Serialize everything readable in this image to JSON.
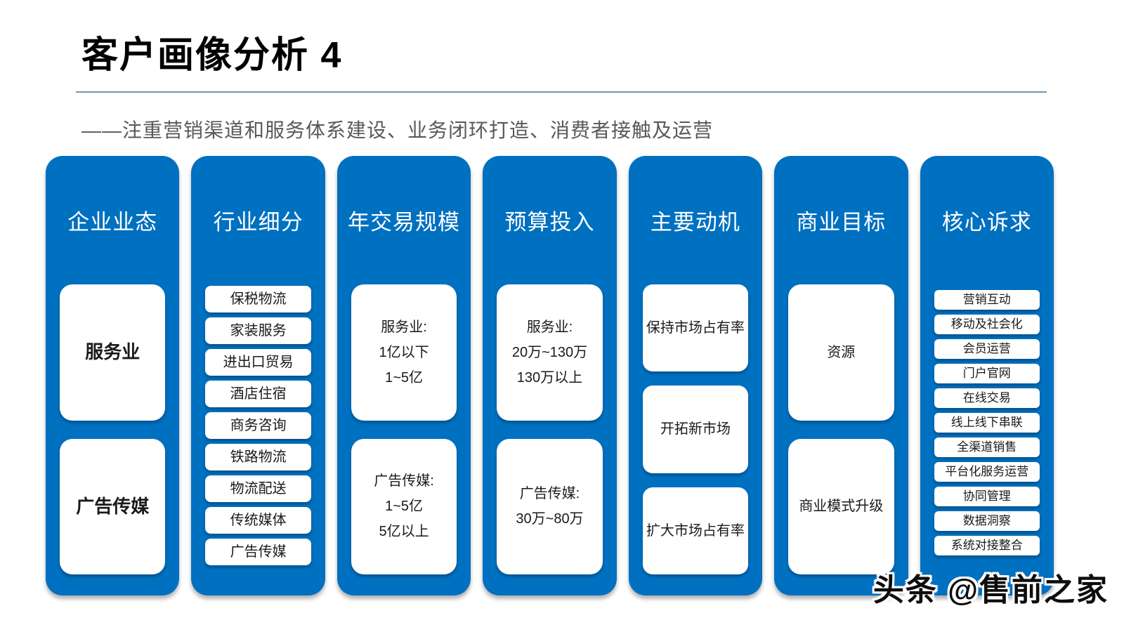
{
  "page": {
    "title": "客户画像分析 4",
    "subtitle": "——注重营销渠道和服务体系建设、业务闭环打造、消费者接触及运营",
    "watermark": "头条 @售前之家"
  },
  "colors": {
    "column_blue": "#0070C0",
    "divider_line": "#6E95B4",
    "subtitle_gray": "#595959",
    "card_white": "#FFFFFF"
  },
  "columns": [
    {
      "id": "business-type",
      "header": "企业业态",
      "type": "big",
      "bold": true,
      "items": [
        [
          "服务业"
        ],
        [
          "广告传媒"
        ]
      ]
    },
    {
      "id": "industry-segment",
      "header": "行业细分",
      "type": "small",
      "items": [
        [
          "保税物流"
        ],
        [
          "家装服务"
        ],
        [
          "进出口贸易"
        ],
        [
          "酒店住宿"
        ],
        [
          "商务咨询"
        ],
        [
          "铁路物流"
        ],
        [
          "物流配送"
        ],
        [
          "传统媒体"
        ],
        [
          "广告传媒"
        ]
      ]
    },
    {
      "id": "annual-transaction-scale",
      "header": "年交易规模",
      "type": "big",
      "items": [
        [
          "服务业:",
          "1亿以下",
          "1~5亿"
        ],
        [
          "广告传媒:",
          "1~5亿",
          "5亿以上"
        ]
      ]
    },
    {
      "id": "budget-investment",
      "header": "预算投入",
      "type": "big",
      "items": [
        [
          "服务业:",
          "20万~130万",
          "130万以上"
        ],
        [
          "广告传媒:",
          "30万~80万"
        ]
      ]
    },
    {
      "id": "main-motivation",
      "header": "主要动机",
      "type": "mid",
      "items": [
        [
          "保持市场占有率"
        ],
        [
          "开拓新市场"
        ],
        [
          "扩大市场占有率"
        ]
      ]
    },
    {
      "id": "business-goal",
      "header": "商业目标",
      "type": "big",
      "items": [
        [
          "资源"
        ],
        [
          "商业模式升级"
        ]
      ]
    },
    {
      "id": "core-demands",
      "header": "核心诉求",
      "type": "small7",
      "items": [
        [
          "营销互动"
        ],
        [
          "移动及社会化"
        ],
        [
          "会员运营"
        ],
        [
          "门户官网"
        ],
        [
          "在线交易"
        ],
        [
          "线上线下串联"
        ],
        [
          "全渠道销售"
        ],
        [
          "平台化服务运营"
        ],
        [
          "协同管理"
        ],
        [
          "数据洞察"
        ],
        [
          "系统对接整合"
        ]
      ]
    }
  ]
}
